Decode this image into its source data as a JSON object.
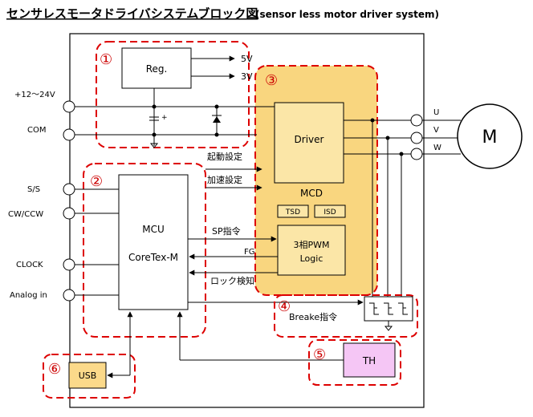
{
  "title": {
    "jp": "センサレスモータドライバシステムブロック図",
    "en": "(sensor less motor driver system)"
  },
  "inputs": {
    "power": "+12～24V",
    "com": "COM",
    "ss": "S/S",
    "cwccw": "CW/CCW",
    "clock": "CLOCK",
    "analog": "Analog in"
  },
  "regulator": {
    "label": "Reg.",
    "v5": "5V",
    "v3": "3V",
    "plus": "+"
  },
  "mcu": {
    "line1": "MCU",
    "line2": "CoreTex-M"
  },
  "mcd": {
    "label": "MCD",
    "driver": "Driver",
    "tsd": "TSD",
    "isd": "ISD",
    "pwm1": "3相PWM",
    "pwm2": "Logic"
  },
  "signals": {
    "kido": "起動設定",
    "kasoku": "加速設定",
    "sp": "SP指令",
    "fg": "FG",
    "lock": "ロック検知",
    "brake": "Breake指令"
  },
  "outputs": {
    "u": "U",
    "v": "V",
    "w": "W",
    "motor": "M"
  },
  "usb": "USB",
  "th": "TH",
  "numbers": [
    "①",
    "②",
    "③",
    "④",
    "⑤",
    "⑥"
  ],
  "colors": {
    "red_dash": "#dd0000",
    "mcd_fill": "#f9d67f",
    "mcd_inner": "#fbe6a7",
    "usb_fill": "#fbd98a",
    "th_fill": "#f5c6f5"
  }
}
